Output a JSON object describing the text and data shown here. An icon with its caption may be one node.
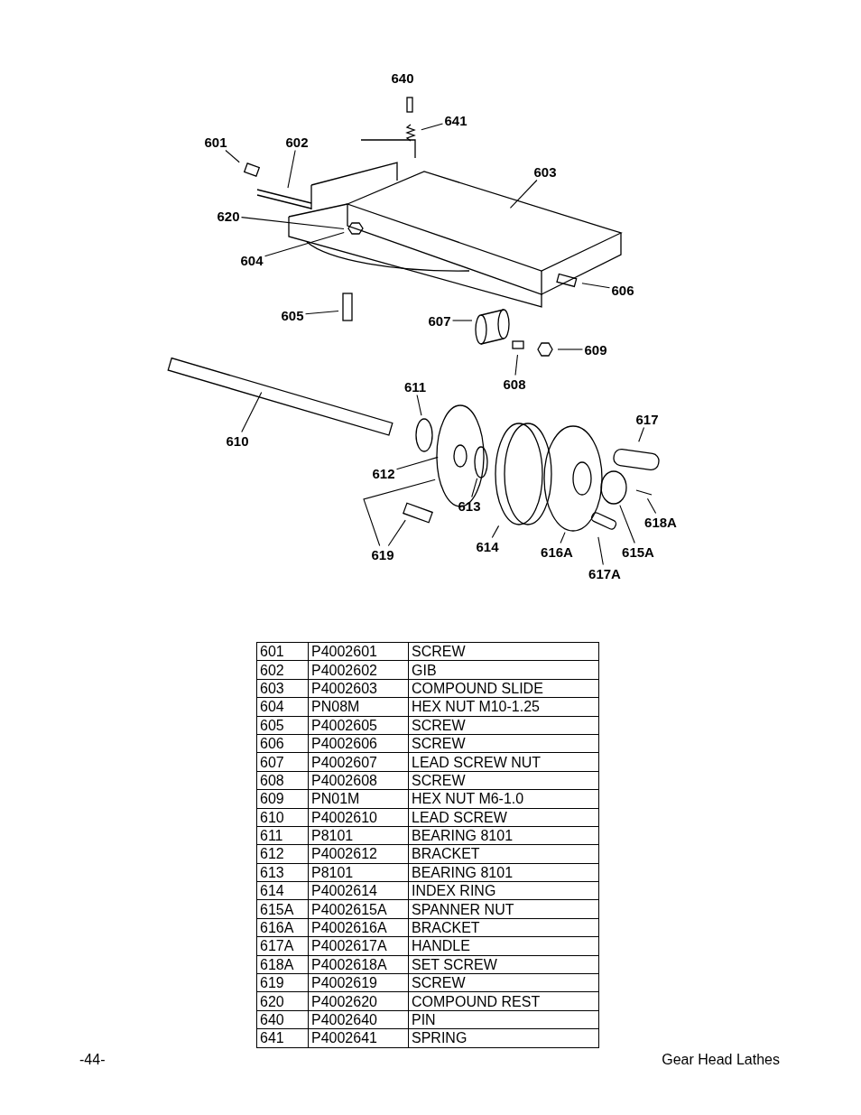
{
  "diagram": {
    "nodes": [
      {
        "text": [
          "641"
        ]
      },
      {
        "text": [
          "601"
        ]
      },
      {
        "text": [
          "602"
        ]
      },
      {
        "text": [
          "603"
        ]
      },
      {
        "text": [
          "620"
        ]
      },
      {
        "text": [
          "604"
        ]
      },
      {
        "text": [
          "606"
        ]
      },
      {
        "text": [
          "605"
        ]
      },
      {
        "text": [
          "607"
        ]
      },
      {
        "text": [
          "609"
        ]
      },
      {
        "text": [
          "608"
        ]
      },
      {
        "text": [
          "611"
        ]
      },
      {
        "text": [
          "610"
        ]
      },
      {
        "text": [
          "617"
        ]
      },
      {
        "text": [
          "612"
        ]
      },
      {
        "text": [
          "613"
        ]
      },
      {
        "text": [
          "618A"
        ]
      },
      {
        "text": [
          "619"
        ]
      },
      {
        "text": [
          "614"
        ]
      },
      {
        "text": [
          "616A"
        ]
      },
      {
        "text": [
          "615A"
        ]
      },
      {
        "text": [
          "617A"
        ]
      }
    ],
    "edges": [
      {
        "from": 0,
        "to": null,
        "arrow": "none"
      },
      {
        "from": 1,
        "to": null,
        "arrow": "none"
      },
      {
        "from": 2,
        "to": null,
        "arrow": "none"
      },
      {
        "from": 3,
        "to": null,
        "arrow": "none"
      },
      {
        "from": 4,
        "to": null,
        "arrow": "none"
      },
      {
        "from": 5,
        "to": null,
        "arrow": "none"
      },
      {
        "from": 6,
        "to": null,
        "arrow": "none"
      },
      {
        "from": 7,
        "to": null,
        "arrow": "none"
      },
      {
        "from": 8,
        "to": null,
        "arrow": "none"
      },
      {
        "from": 9,
        "to": null,
        "arrow": "none"
      },
      {
        "from": 10,
        "to": null,
        "arrow": "none"
      },
      {
        "from": 11,
        "to": null,
        "arrow": "none"
      },
      {
        "from": 12,
        "to": null,
        "arrow": "none"
      },
      {
        "from": 13,
        "to": null,
        "arrow": "none"
      },
      {
        "from": 14,
        "to": null,
        "arrow": "none"
      },
      {
        "from": 15,
        "to": null,
        "arrow": "none"
      },
      {
        "from": 16,
        "to": null,
        "arrow": "none"
      },
      {
        "from": 17,
        "to": null,
        "arrow": "none"
      },
      {
        "from": 17,
        "to": null,
        "arrow": "none"
      },
      {
        "from": 18,
        "to": null,
        "arrow": "none"
      },
      {
        "from": 19,
        "to": null,
        "arrow": "none"
      },
      {
        "from": 20,
        "to": null,
        "arrow": "none"
      },
      {
        "from": 21,
        "to": null,
        "arrow": "none"
      }
    ],
    "labels": [
      "640",
      "601",
      "P4002601",
      "SCREW",
      "602",
      "P4002602",
      "GIB",
      "603",
      "P4002603",
      "COMPOUND SLIDE",
      "604",
      "PN08M",
      "HEX NUT M10-1.25",
      "605",
      "P4002605",
      "SCREW",
      "606",
      "P4002606",
      "SCREW",
      "607",
      "P4002607",
      "LEAD SCREW NUT",
      "608",
      "P4002608",
      "SCREW",
      "609",
      "PN01M",
      "HEX NUT M6-1.0",
      "610",
      "P4002610",
      "LEAD SCREW",
      "611",
      "P8101",
      "BEARING 8101",
      "612",
      "P4002612",
      "BRACKET",
      "613",
      "P8101",
      "BEARING 8101",
      "614",
      "P4002614",
      "INDEX RING",
      "615A",
      "P4002615A",
      "SPANNER NUT",
      "616A",
      "P4002616A",
      "BRACKET",
      "617A",
      "P4002617A",
      "HANDLE",
      "618A",
      "P4002618A",
      "SET SCREW",
      "619",
      "P4002619",
      "SCREW",
      "620",
      "P4002620",
      "COMPOUND REST",
      "640",
      "P4002640",
      "PIN",
      "641",
      "P4002641",
      "SPRING",
      "-44-",
      "Gear Head Lathes"
    ]
  }
}
